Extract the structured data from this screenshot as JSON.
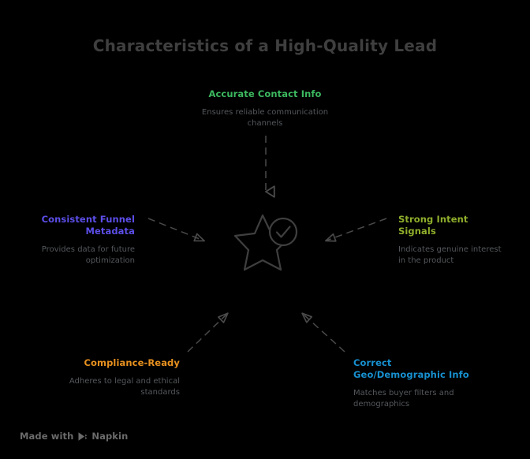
{
  "page": {
    "title": "Characteristics of a High-Quality Lead",
    "background_color": "#000000",
    "title_color": "#3f3f3f"
  },
  "center": {
    "icon_name": "star-with-check-badge-icon",
    "stroke_color": "#3f3f3f"
  },
  "nodes": [
    {
      "id": "accurate-contact-info",
      "position": "top",
      "heading": "Accurate Contact Info",
      "description": "Ensures reliable communication channels",
      "color": "#3cb85f"
    },
    {
      "id": "consistent-funnel-metadata",
      "position": "left",
      "heading": "Consistent Funnel Metadata",
      "description": "Provides data for future optimization",
      "color": "#5b4ee8"
    },
    {
      "id": "strong-intent-signals",
      "position": "right",
      "heading": "Strong Intent Signals",
      "description": "Indicates genuine interest in the product",
      "color": "#8fae2b"
    },
    {
      "id": "compliance-ready",
      "position": "bottom-left",
      "heading": "Compliance-Ready",
      "description": "Adheres to legal and ethical standards",
      "color": "#e8911f"
    },
    {
      "id": "correct-geo-demographic-info",
      "position": "bottom-right",
      "heading": "Correct Geo/Demographic Info",
      "description": "Matches buyer filters and demographics",
      "color": "#1790d0"
    }
  ],
  "connectors": [
    {
      "id": "connector-top",
      "from": "accurate-contact-info",
      "to": "center",
      "style": "dashed",
      "color": "#4a4a4a"
    },
    {
      "id": "connector-left",
      "from": "consistent-funnel-metadata",
      "to": "center",
      "style": "dashed",
      "color": "#4a4a4a"
    },
    {
      "id": "connector-right",
      "from": "strong-intent-signals",
      "to": "center",
      "style": "dashed",
      "color": "#4a4a4a"
    },
    {
      "id": "connector-bottom-left",
      "from": "compliance-ready",
      "to": "center",
      "style": "dashed",
      "color": "#4a4a4a"
    },
    {
      "id": "connector-bottom-right",
      "from": "correct-geo-demographic-info",
      "to": "center",
      "style": "dashed",
      "color": "#4a4a4a"
    }
  ],
  "footer": {
    "made_with": "Made with",
    "brand": "Napkin",
    "logo_icon": "napkin-play-logo-icon",
    "color": "#6b6b6b"
  }
}
